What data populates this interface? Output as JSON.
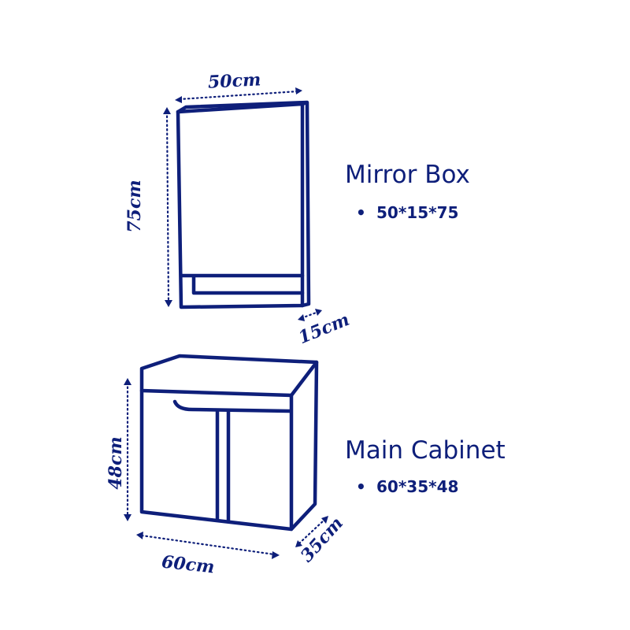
{
  "colors": {
    "ink": "#0e1f7a",
    "background": "#ffffff"
  },
  "mirror_box": {
    "title": "Mirror Box",
    "spec": "50*15*75",
    "width_label": "50cm",
    "height_label": "75cm",
    "depth_label": "15cm"
  },
  "main_cabinet": {
    "title": "Main Cabinet",
    "spec": "60*35*48",
    "width_label": "60cm",
    "height_label": "48cm",
    "depth_label": "35cm"
  },
  "bullet": "•"
}
